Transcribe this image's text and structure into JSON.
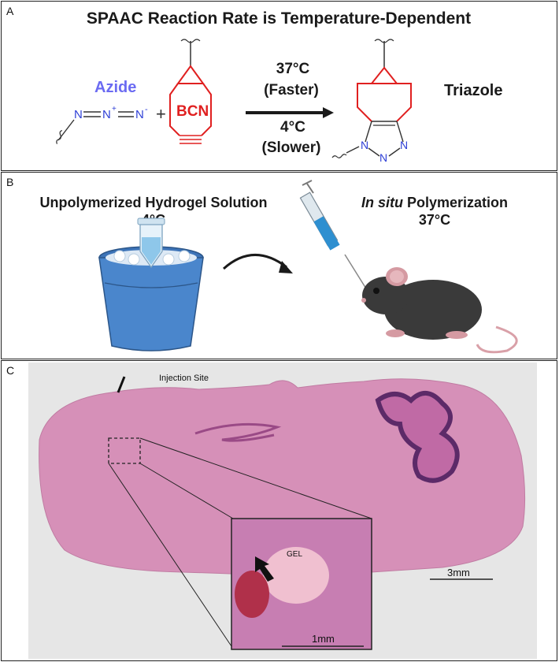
{
  "panel_a": {
    "label": "A",
    "title": "SPAAC Reaction Rate is Temperature-Dependent",
    "azide_label": "Azide",
    "azide_formula": {
      "n1": "N",
      "n2": "N",
      "n2_charge": "+",
      "n3": "N",
      "n3_charge": "-"
    },
    "plus": "+",
    "bcn_label": "BCN",
    "cond_hot_temp": "37°C",
    "cond_hot_desc": "(Faster)",
    "cond_cold_temp": "4°C",
    "cond_cold_desc": "(Slower)",
    "product_label": "Triazole",
    "triazole_atoms": [
      "N",
      "N",
      "N"
    ],
    "colors": {
      "azide": "#6b6bf2",
      "bcn": "#e02020",
      "nitrogen": "#2e3fd6"
    }
  },
  "panel_b": {
    "label": "B",
    "left_title": "Unpolymerized Hydrogel Solution",
    "left_temp": "4°C",
    "right_title_italic": "In situ",
    "right_title_rest": " Polymerization",
    "right_temp": "37°C"
  },
  "panel_c": {
    "label": "C",
    "injection_label": "Injection Site",
    "gel_label": "GEL",
    "scale_main": "3mm",
    "scale_inset": "1mm",
    "colors": {
      "tissue": "#d690b8",
      "background": "#e6e6e6"
    }
  }
}
